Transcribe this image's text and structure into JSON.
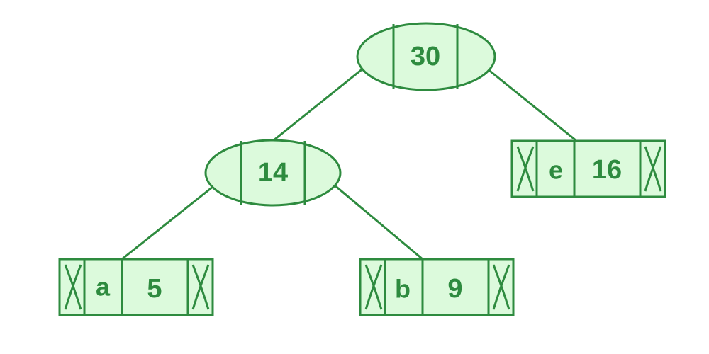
{
  "colors": {
    "stroke": "#2e8b3f",
    "fill": "#dcfadc",
    "text": "#2e8b3f",
    "background": "#ffffff"
  },
  "tree": {
    "root": {
      "weight": "30"
    },
    "internal": {
      "weight": "14"
    },
    "leaves": [
      {
        "char": "a",
        "weight": "5"
      },
      {
        "char": "b",
        "weight": "9"
      },
      {
        "char": "e",
        "weight": "16"
      }
    ]
  }
}
